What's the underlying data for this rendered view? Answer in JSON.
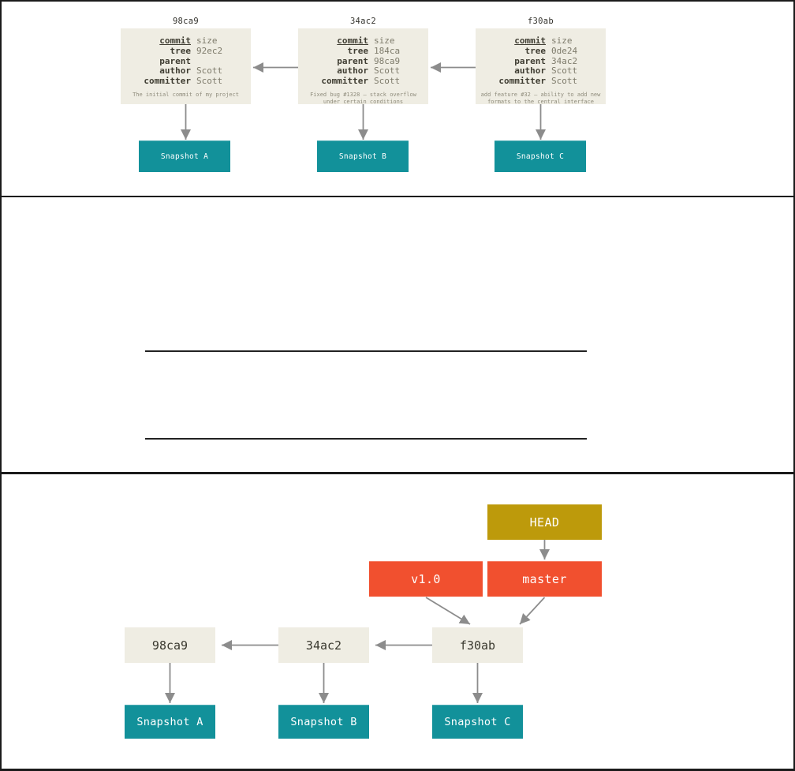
{
  "colors": {
    "commit_box_bg": "#efede3",
    "snapshot_teal": "#12919a",
    "ref_orange": "#f1502f",
    "head_gold": "#bd9a0b",
    "arrow_gray": "#8c8c8c",
    "rule_black": "#1b1b1b"
  },
  "figure1": {
    "field_labels": [
      "commit",
      "tree",
      "parent",
      "author",
      "committer"
    ],
    "commits": [
      {
        "hash": "98ca9",
        "values": [
          "size",
          "92ec2",
          "",
          "Scott",
          "Scott"
        ],
        "message_lines": [
          "The initial commit of my project"
        ],
        "snapshot": "Snapshot A"
      },
      {
        "hash": "34ac2",
        "values": [
          "size",
          "184ca",
          "98ca9",
          "Scott",
          "Scott"
        ],
        "message_lines": [
          "Fixed bug #1328 – stack overflow",
          "under certain conditions"
        ],
        "snapshot": "Snapshot B"
      },
      {
        "hash": "f30ab",
        "values": [
          "size",
          "0de24",
          "34ac2",
          "Scott",
          "Scott"
        ],
        "message_lines": [
          "add feature #32 – ability to add new",
          "formats to the central interface"
        ],
        "snapshot": "Snapshot C"
      }
    ]
  },
  "figure2": {
    "head_label": "HEAD",
    "tag_label": "v1.0",
    "branch_label": "master",
    "commits": [
      {
        "hash": "98ca9",
        "snapshot": "Snapshot A"
      },
      {
        "hash": "34ac2",
        "snapshot": "Snapshot B"
      },
      {
        "hash": "f30ab",
        "snapshot": "Snapshot C"
      }
    ]
  }
}
